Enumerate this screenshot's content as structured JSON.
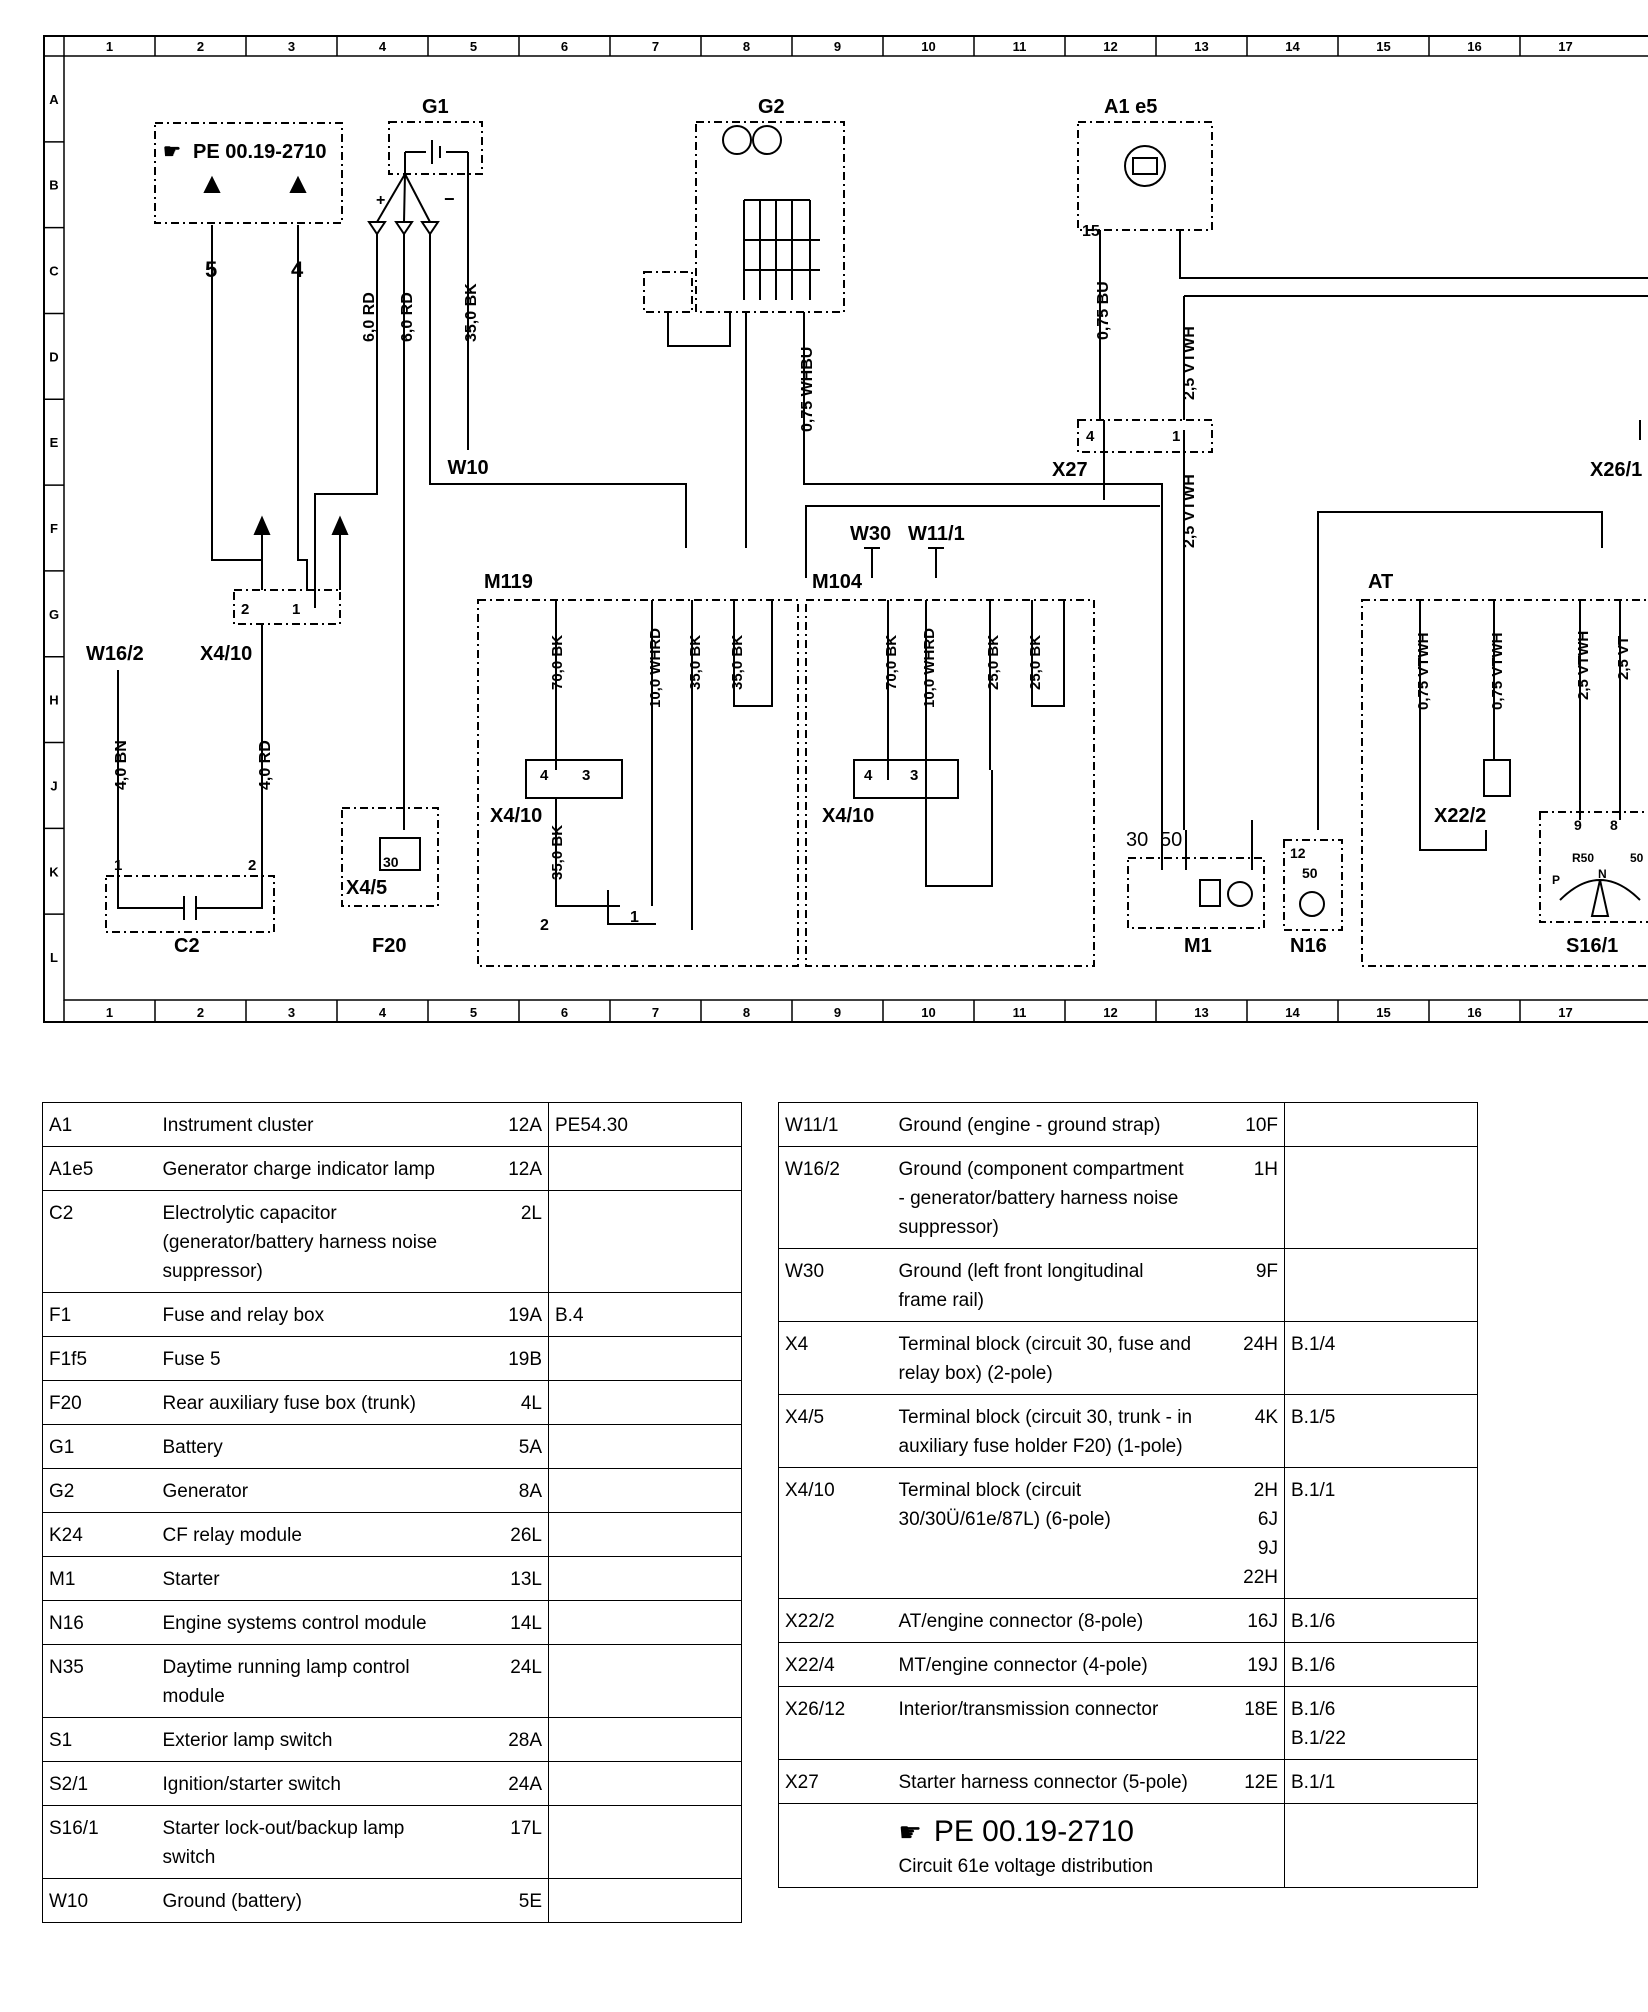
{
  "diagram": {
    "grid_numbers": [
      "1",
      "2",
      "3",
      "4",
      "5",
      "6",
      "7",
      "8",
      "9",
      "10",
      "11",
      "12",
      "13",
      "14",
      "15",
      "16",
      "17"
    ],
    "grid_letters": [
      "A",
      "B",
      "C",
      "D",
      "E",
      "F",
      "G",
      "H",
      "J",
      "K",
      "L"
    ],
    "labels": {
      "pe_ref": "PE 00.19-2710",
      "g1": "G1",
      "g2": "G2",
      "a1e5": "A1 e5",
      "w10": "W10",
      "x27": "X27",
      "x26": "X26/1",
      "w30": "W30",
      "w11": "W11/1",
      "w16_2": "W16/2",
      "x4_10_a": "X4/10",
      "x4_10_b": "X4/10",
      "x4_10_c": "X4/10",
      "m119": "M119",
      "m104": "M104",
      "at": "AT",
      "x22_2": "X22/2",
      "c2": "C2",
      "f20": "F20",
      "x4_5": "X4/5",
      "m1": "M1",
      "n16": "N16",
      "s16_1": "S16/1",
      "num5": "5",
      "num4": "4",
      "w_60rd_a": "6,0 RD",
      "w_60rd_b": "6,0 RD",
      "w_350bk": "35,0 BK",
      "w_075whbu": "0,75 WHBU",
      "w_075bu": "0,75 BU",
      "w_25vtwh_a": "2,5 VTWH",
      "w_25vtwh_b": "2,5 VTWH",
      "w_40bn": "4,0 BN",
      "w_40rd": "4,0 RD",
      "m119_w1": "70,0 BK",
      "m119_w2": "10,0 WHRD",
      "m119_w3": "35,0 BK",
      "m119_w4": "35,0 BK",
      "m119_w5": "35,0 BK",
      "m104_w1": "70,0 BK",
      "m104_w2": "10,0 WHRD",
      "m104_w3": "25,0 BK",
      "m104_w4": "25,0 BK",
      "at_w1": "0,75 VTWH",
      "at_w2": "0,75 VTWH",
      "at_w3": "2,5 VTWH",
      "at_w4": "2,5 VT",
      "pin_1": "1",
      "pin_2": "2",
      "pin_30": "30",
      "pin_50": "50",
      "pin_15": "15",
      "pin_4": "4",
      "pin_3": "3",
      "pin_12": "12",
      "pin_9": "9",
      "pin_8": "8",
      "pin_r50": "R50",
      "pin_p": "P",
      "pin_n": "N"
    }
  },
  "table_left": [
    {
      "code": "A1",
      "desc": "Instrument cluster",
      "loc": "12A",
      "ref": "PE54.30"
    },
    {
      "code": "A1e5",
      "desc": "Generator charge indicator lamp",
      "loc": "12A",
      "ref": ""
    },
    {
      "code": "C2",
      "desc": "Electrolytic capacitor\n(generator/battery harness noise\nsuppressor)",
      "loc": "2L",
      "ref": ""
    },
    {
      "code": "F1",
      "desc": "Fuse and relay box",
      "loc": "19A",
      "ref": "B.4"
    },
    {
      "code": "F1f5",
      "desc": "Fuse 5",
      "loc": "19B",
      "ref": ""
    },
    {
      "code": "F20",
      "desc": "Rear auxiliary fuse box (trunk)",
      "loc": "4L",
      "ref": ""
    },
    {
      "code": "G1",
      "desc": "Battery",
      "loc": "5A",
      "ref": ""
    },
    {
      "code": "G2",
      "desc": "Generator",
      "loc": "8A",
      "ref": ""
    },
    {
      "code": "K24",
      "desc": "CF relay module",
      "loc": "26L",
      "ref": ""
    },
    {
      "code": "M1",
      "desc": "Starter",
      "loc": "13L",
      "ref": ""
    },
    {
      "code": "N16",
      "desc": "Engine systems control module",
      "loc": "14L",
      "ref": ""
    },
    {
      "code": "N35",
      "desc": "Daytime running lamp control\nmodule",
      "loc": "24L",
      "ref": ""
    },
    {
      "code": "S1",
      "desc": "Exterior lamp switch",
      "loc": "28A",
      "ref": ""
    },
    {
      "code": "S2/1",
      "desc": "Ignition/starter switch",
      "loc": "24A",
      "ref": ""
    },
    {
      "code": "S16/1",
      "desc": "Starter lock-out/backup lamp\nswitch",
      "loc": "17L",
      "ref": ""
    },
    {
      "code": "W10",
      "desc": "Ground (battery)",
      "loc": "5E",
      "ref": ""
    }
  ],
  "table_right": [
    {
      "code": "W11/1",
      "desc": "Ground (engine - ground strap)",
      "loc": "10F",
      "ref": ""
    },
    {
      "code": "W16/2",
      "desc": "Ground (component compartment\n- generator/battery harness noise\nsuppressor)",
      "loc": "1H",
      "ref": ""
    },
    {
      "code": "W30",
      "desc": "Ground (left front longitudinal\nframe rail)",
      "loc": "9F",
      "ref": ""
    },
    {
      "code": "X4",
      "desc": "Terminal block (circuit 30, fuse and\nrelay box) (2-pole)",
      "loc": "24H",
      "ref": "B.1/4"
    },
    {
      "code": "X4/5",
      "desc": "Terminal block (circuit 30, trunk - in\nauxiliary fuse holder F20) (1-pole)",
      "loc": "4K",
      "ref": "B.1/5"
    },
    {
      "code": "X4/10",
      "desc": "Terminal block (circuit\n30/30Ü/61e/87L) (6-pole)",
      "loc": "2H\n6J\n9J\n22H",
      "ref": "B.1/1"
    },
    {
      "code": "X22/2",
      "desc": "AT/engine connector (8-pole)",
      "loc": "16J",
      "ref": "B.1/6"
    },
    {
      "code": "X22/4",
      "desc": "MT/engine connector (4-pole)",
      "loc": "19J",
      "ref": "B.1/6"
    },
    {
      "code": "X26/12",
      "desc": "Interior/transmission connector",
      "loc": "18E",
      "ref": "B.1/6\nB.1/22"
    },
    {
      "code": "X27",
      "desc": "Starter harness connector (5-pole)",
      "loc": "12E",
      "ref": "B.1/1"
    }
  ],
  "pe_footer": {
    "ref": "PE 00.19-2710",
    "caption": "Circuit 61e voltage distribution"
  },
  "icons": {
    "pe_hand": "pointing-hand-icon",
    "battery": "battery-icon",
    "lamp": "lamp-icon",
    "motor": "motor-icon"
  }
}
